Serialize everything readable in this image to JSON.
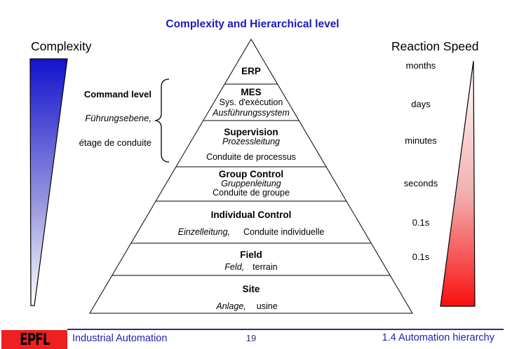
{
  "title": "Complexity and Hierarchical level",
  "left_panel": {
    "heading": "Complexity",
    "command_level": {
      "line1_bold": "Command level",
      "line2_italic": "Führungsebene,",
      "line3_plain": "étage de conduite"
    }
  },
  "right_panel": {
    "heading": "Reaction Speed",
    "time_labels": [
      "months",
      "days",
      "minutes",
      "seconds",
      "0.1s",
      "0.1s"
    ]
  },
  "pyramid": {
    "levels": [
      {
        "name": "ERP"
      },
      {
        "name": "MES",
        "sub1": "Sys. d'exécution",
        "sub2": "Ausführungssystem"
      },
      {
        "name": "Supervision",
        "sub1": "Prozessleitung",
        "sub2": "Conduite de processus"
      },
      {
        "name": "Group Control",
        "sub1": "Gruppenleitung",
        "sub2": "Conduite de groupe"
      },
      {
        "name": "Individual Control",
        "sub_italic": "Einzelleitung,",
        "sub_plain": "Conduite individuelle"
      },
      {
        "name": "Field",
        "sub_italic": "Feld,",
        "sub_plain": "terrain"
      },
      {
        "name": "Site",
        "sub_italic": "Anlage,",
        "sub_plain": "usine"
      }
    ]
  },
  "footer": {
    "logo_text": "EPFL",
    "course_title": "Industrial Automation",
    "page_number": "19",
    "section_title": "1.4 Automation hierarchy"
  },
  "colors": {
    "title_blue": "#1a1ab8",
    "footer_blue": "#2222b0",
    "logo_red": "#ee2020",
    "complexity_wedge_top": "#1313cd",
    "reaction_wedge_bottom": "#fa0f0f"
  }
}
